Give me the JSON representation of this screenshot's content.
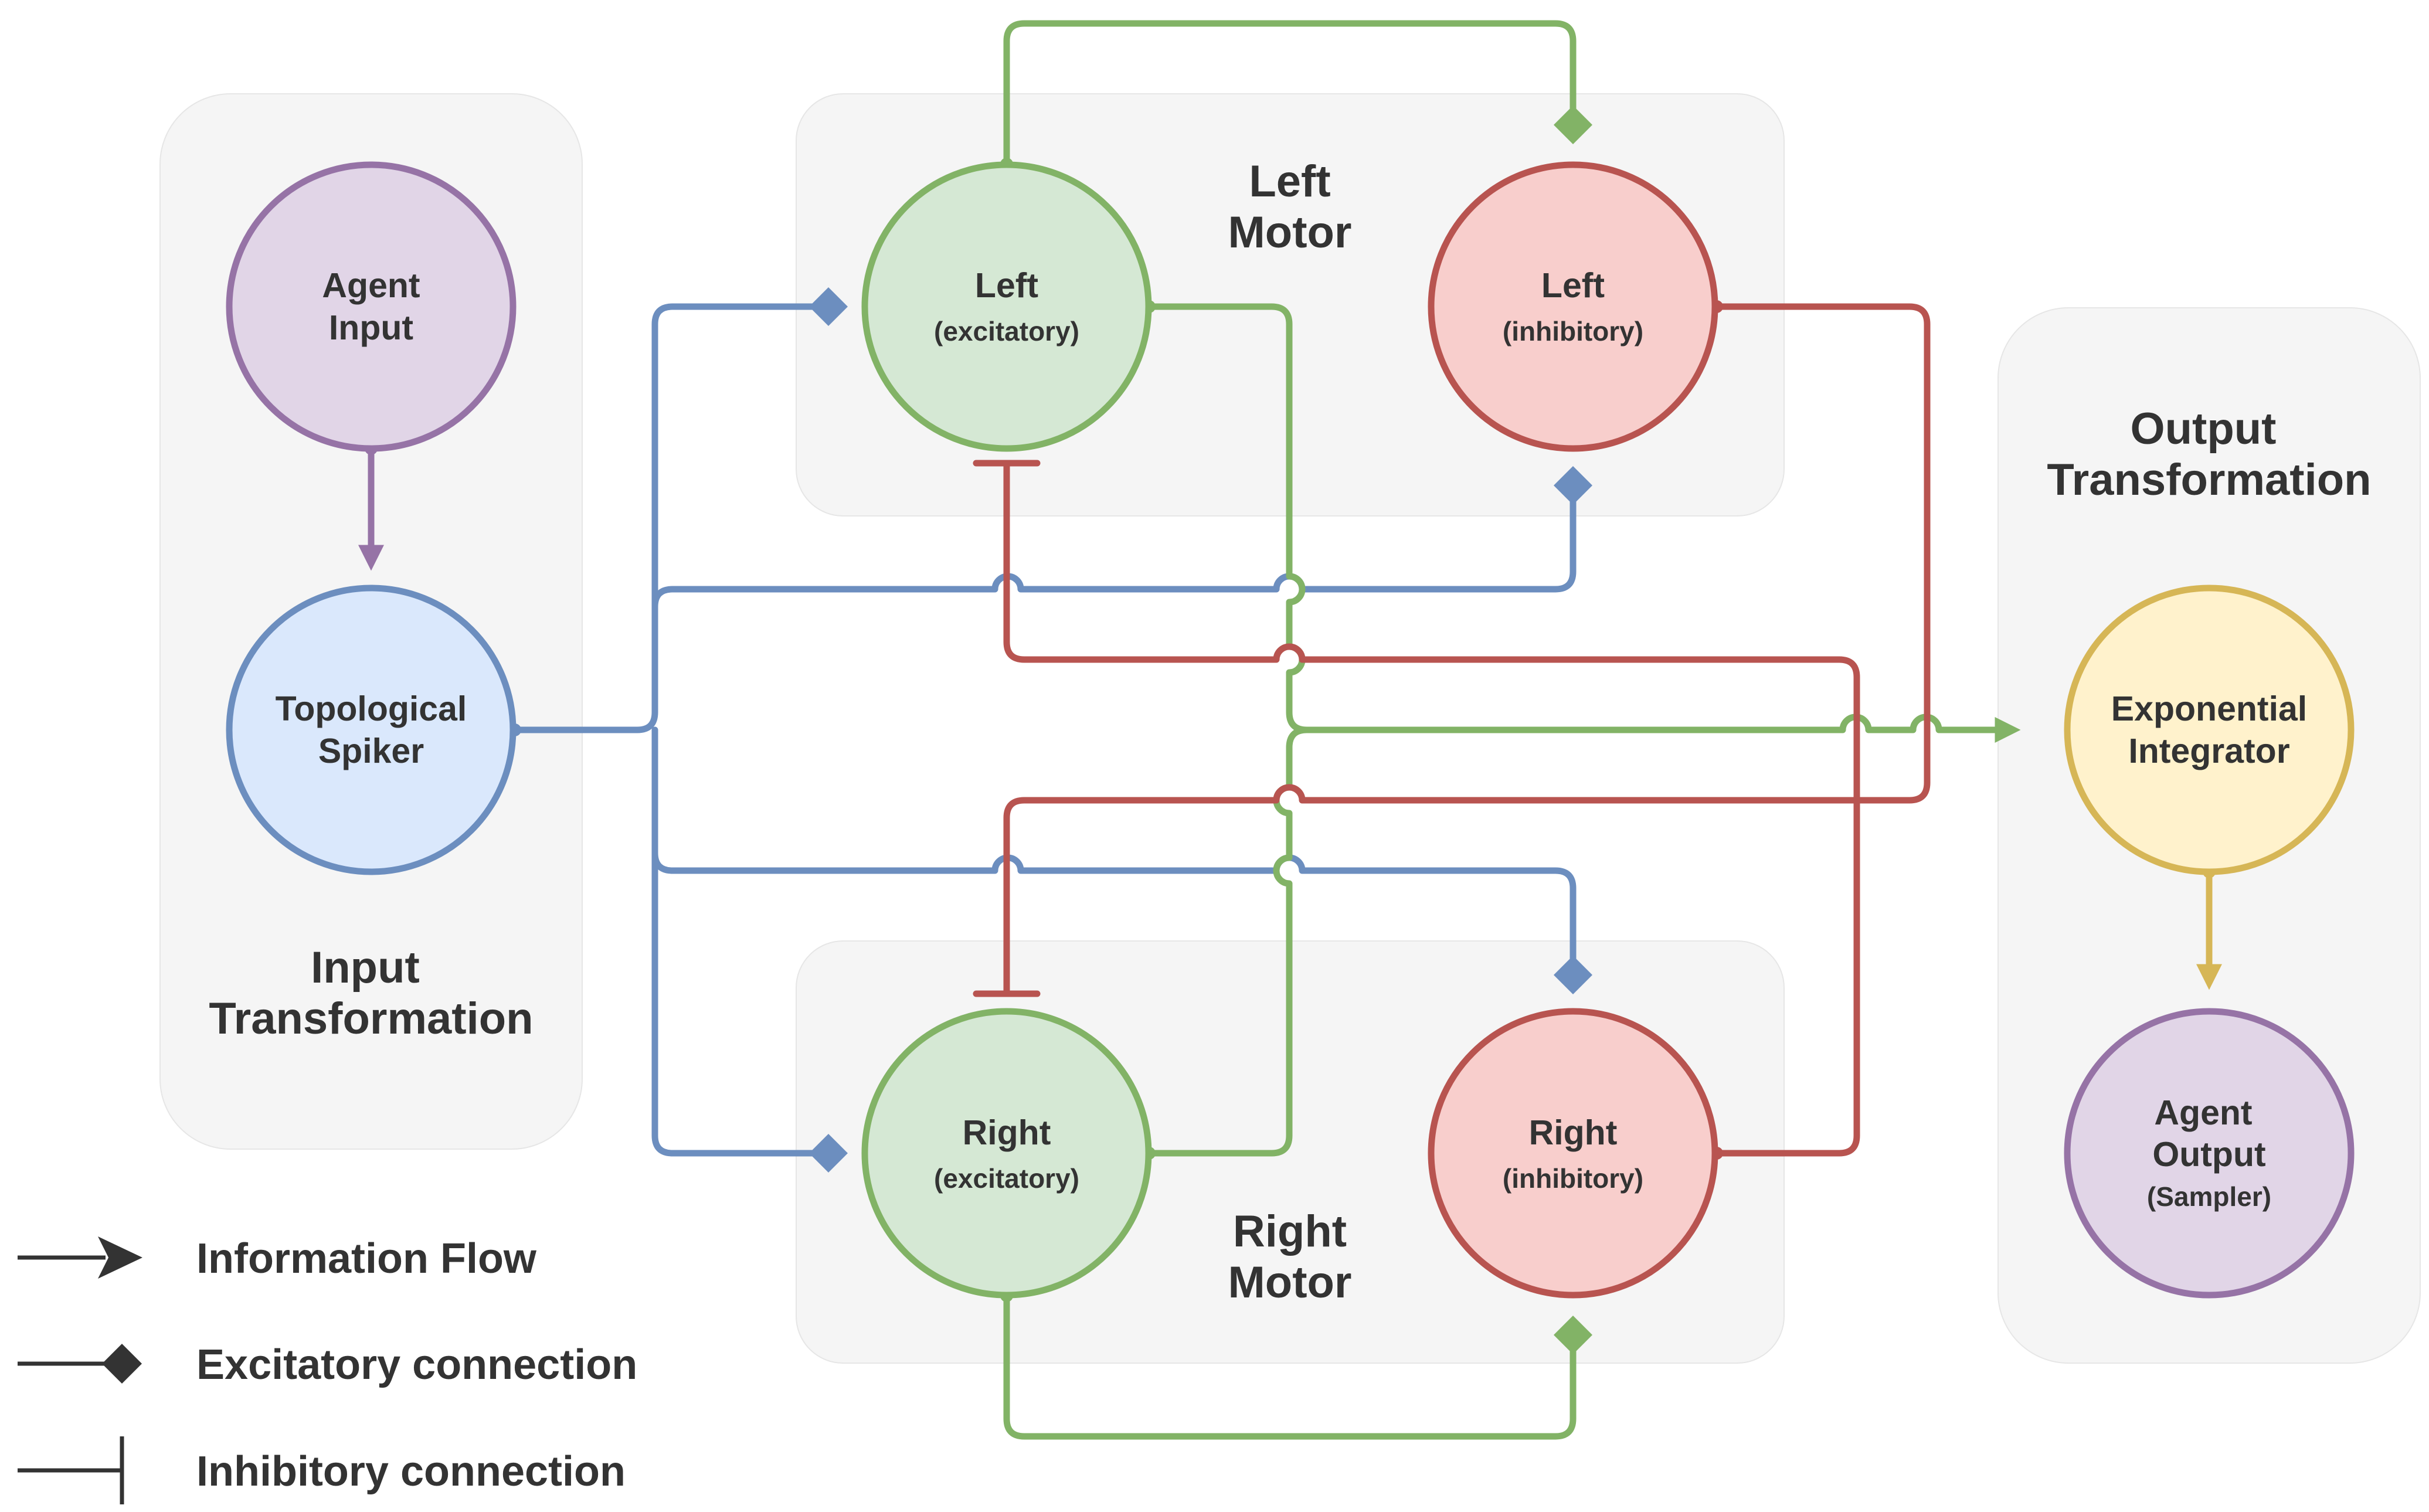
{
  "groups": {
    "input": {
      "title_line1": "Input",
      "title_line2": "Transformation"
    },
    "left_motor": {
      "title_line1": "Left",
      "title_line2": "Motor"
    },
    "right_motor": {
      "title_line1": "Right",
      "title_line2": "Motor"
    },
    "output": {
      "title_line1": "Output",
      "title_line2": "Transformation"
    }
  },
  "nodes": {
    "agent_input": {
      "line1": "Agent",
      "line2": "Input",
      "fill": "#e1d5e7",
      "stroke": "#9673a6"
    },
    "topological_spiker": {
      "line1": "Topological",
      "line2": "Spiker",
      "fill": "#dae8fc",
      "stroke": "#6c8ebf"
    },
    "left_excitatory": {
      "line1": "Left",
      "line2": "(excitatory)",
      "fill": "#d5e8d4",
      "stroke": "#82b366"
    },
    "left_inhibitory": {
      "line1": "Left",
      "line2": "(inhibitory)",
      "fill": "#f8cecc",
      "stroke": "#b85450"
    },
    "right_excitatory": {
      "line1": "Right",
      "line2": "(excitatory)",
      "fill": "#d5e8d4",
      "stroke": "#82b366"
    },
    "right_inhibitory": {
      "line1": "Right",
      "line2": "(inhibitory)",
      "fill": "#f8cecc",
      "stroke": "#b85450"
    },
    "exponential_integrator": {
      "line1": "Exponential",
      "line2": "Integrator",
      "fill": "#fff2cc",
      "stroke": "#d6b656"
    },
    "agent_output": {
      "line1": "Agent",
      "line2": "Output",
      "line3": "(Sampler)",
      "fill": "#e1d5e7",
      "stroke": "#9673a6"
    }
  },
  "legend": {
    "information_flow": "Information Flow",
    "excitatory_connection": "Excitatory connection",
    "inhibitory_connection": "Inhibitory connection"
  },
  "colors": {
    "blue": "#6c8ebf",
    "green": "#82b366",
    "red": "#b85450",
    "purple": "#9673a6",
    "gold": "#d6b656",
    "legend": "#333333",
    "group_background": "#f5f5f5"
  }
}
